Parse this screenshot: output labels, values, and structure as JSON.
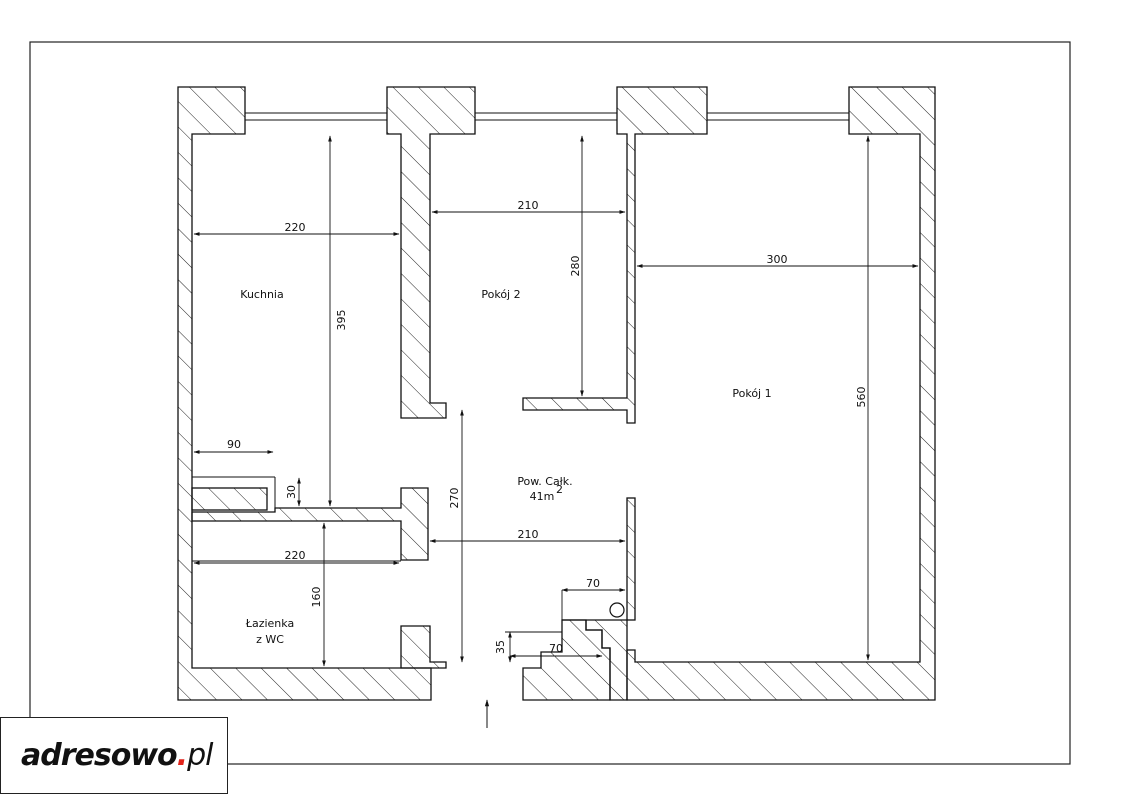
{
  "rooms": {
    "kitchen": "Kuchnia",
    "room2": "Pokój 2",
    "room1": "Pokój 1",
    "bath_line1": "Łazienka",
    "bath_line2": "z WC",
    "total_line1": "Pow. Całk.",
    "total_value": "41m",
    "total_sup": "2"
  },
  "dimensions": {
    "kitchen_width": "220",
    "kitchen_height": "395",
    "room2_width": "210",
    "room2_height": "280",
    "room1_width": "300",
    "room1_height": "560",
    "counter_width": "90",
    "counter_depth": "30",
    "bath_width": "220",
    "bath_height": "160",
    "hall_height": "270",
    "hall_width": "210",
    "stair_top": "70",
    "stair_bottom": "70",
    "stair_step": "35"
  },
  "logo": {
    "main": "adresowo",
    "dot": ".",
    "tld": "pl"
  }
}
